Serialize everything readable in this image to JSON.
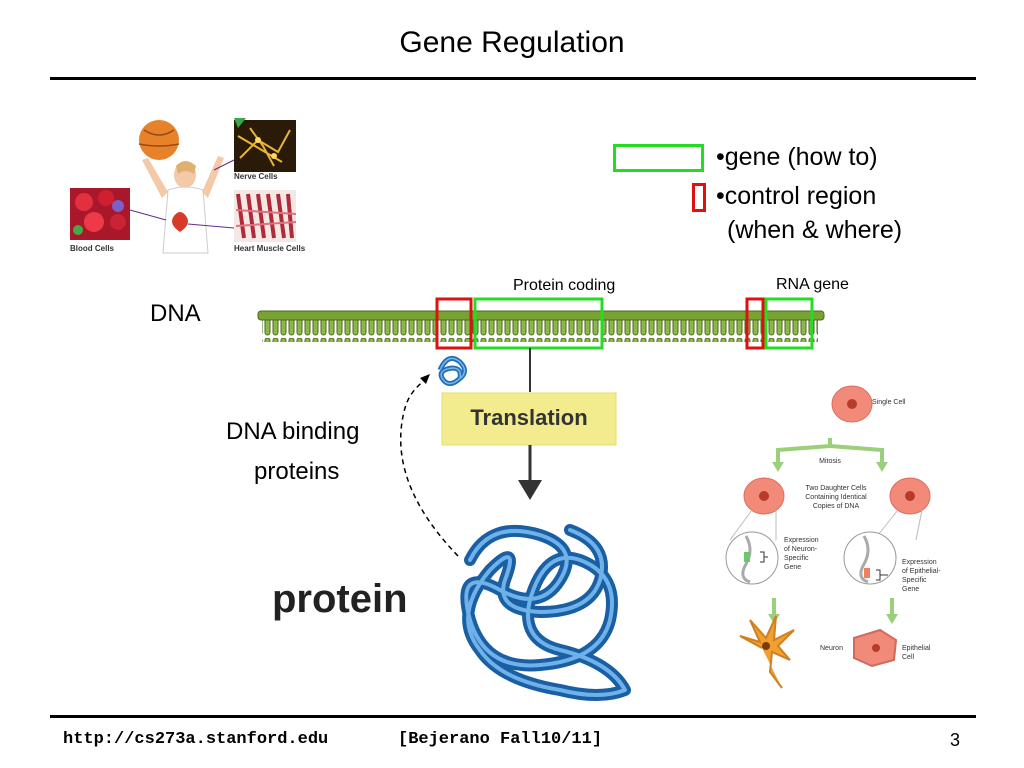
{
  "slide": {
    "title": "Gene Regulation",
    "page_number": "3"
  },
  "legend": {
    "gene_label": "•gene (how to)",
    "control_label": "•control region",
    "control_sublabel": "(when & where)",
    "gene_color": "#22dd22",
    "control_color": "#dd1111"
  },
  "dna_diagram": {
    "dna_label": "DNA",
    "protein_coding_label": "Protein coding",
    "rna_gene_label": "RNA gene",
    "translation_label": "Translation",
    "protein_label": "protein",
    "binding_label_line1": "DNA binding",
    "binding_label_line2": "proteins"
  },
  "cell_types_image": {
    "nerve_cells": "Nerve Cells",
    "blood_cells": "Blood Cells",
    "heart_muscle_cells": "Heart Muscle Cells"
  },
  "differentiation_diagram": {
    "single_cell": "Single Cell",
    "mitosis": "Mitosis",
    "daughter_line1": "Two Daughter Cells",
    "daughter_line2": "Containing Identical",
    "daughter_line3": "Copies of DNA",
    "neuron_expr_line1": "Expression",
    "neuron_expr_line2": "of Neuron-",
    "neuron_expr_line3": "Specific",
    "neuron_expr_line4": "Gene",
    "epi_expr_line1": "Expression",
    "epi_expr_line2": "of Epithelial-",
    "epi_expr_line3": "Specific",
    "epi_expr_line4": "Gene",
    "neuron": "Neuron",
    "epithelial_line1": "Epithelial",
    "epithelial_line2": "Cell"
  },
  "footer": {
    "url": "http://cs273a.stanford.edu",
    "course": "[Bejerano Fall10/11]"
  }
}
